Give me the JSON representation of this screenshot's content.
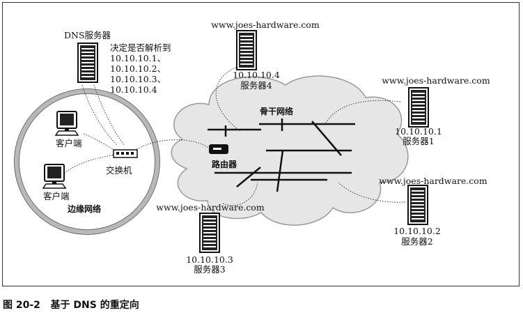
{
  "dns_server": {
    "title": "DNS服务器",
    "desc_lines": [
      "决定是否解析到",
      "10.10.10.1、",
      "10.10.10.2、",
      "10.10.10.3、",
      "10.10.10.4"
    ]
  },
  "servers": [
    {
      "host": "www.joes-hardware.com",
      "ip": "10.10.10.4",
      "name": "服务器4"
    },
    {
      "host": "www.joes-hardware.com",
      "ip": "10.10.10.1",
      "name": "服务器1"
    },
    {
      "host": "www.joes-hardware.com",
      "ip": "10.10.10.2",
      "name": "服务器2"
    },
    {
      "host": "www.joes-hardware.com",
      "ip": "10.10.10.3",
      "name": "服务器3"
    }
  ],
  "clients": [
    "客户端",
    "客户端"
  ],
  "switch_label": "交换机",
  "edge_network_label": "边缘网络",
  "backbone_label": "骨干网络",
  "router_label": "路由器",
  "caption": "图 20-2   基于 DNS 的重定向"
}
